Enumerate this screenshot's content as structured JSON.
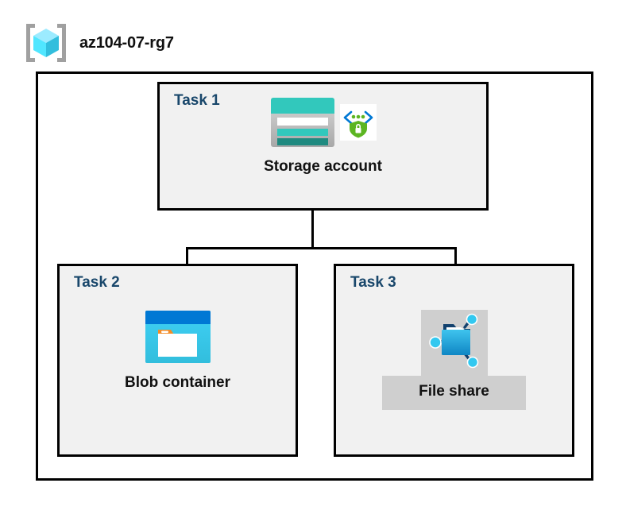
{
  "resource_group": {
    "name": "az104-07-rg7",
    "icon": "resource-group-cube-icon"
  },
  "colors": {
    "task_label": "#19476b",
    "box_fill": "#f1f1f1",
    "box_border": "#000000",
    "highlight_fill": "#cfcfcf",
    "cube_cyan": "#50e6ff",
    "cube_cyan_dark": "#32bedd",
    "bracket_gray": "#a0a0a0",
    "storage_teal": "#32c8bc",
    "storage_teal_dark": "#1f8a80",
    "shield_green": "#5cb522",
    "bracket_blue": "#0078d4",
    "blob_blue": "#0078d4",
    "blob_cyan": "#32bedd",
    "folder_orange": "#f28c28",
    "fileshare_blue": "#1b8fd4",
    "fileshare_node_cyan": "#32c8f0"
  },
  "tasks": [
    {
      "id": "task-1",
      "label": "Task 1",
      "node": {
        "caption": "Storage account",
        "icons": [
          "storage-account-icon",
          "secure-transfer-shield-icon"
        ],
        "highlighted": false
      }
    },
    {
      "id": "task-2",
      "label": "Task 2",
      "node": {
        "caption": "Blob container",
        "icons": [
          "blob-container-icon"
        ],
        "highlighted": false
      }
    },
    {
      "id": "task-3",
      "label": "Task 3",
      "node": {
        "caption": "File share",
        "icons": [
          "file-share-icon"
        ],
        "highlighted": true
      }
    }
  ],
  "connections": [
    {
      "from": "Storage account",
      "to": "Blob container"
    },
    {
      "from": "Storage account",
      "to": "File share"
    }
  ]
}
